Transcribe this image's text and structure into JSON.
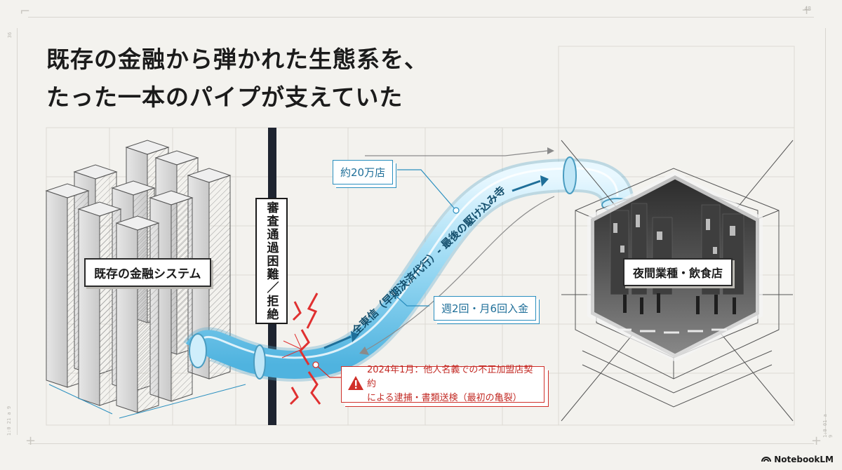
{
  "page_number": "48",
  "side_numbers": {
    "top_left": "36",
    "bottom_left": "1:0 21 a 9",
    "bottom_right": "1:0 01 a 9"
  },
  "title": {
    "line1": "既存の金融から弾かれた生態系を、",
    "line2": "たった一本のパイプが支えていた"
  },
  "left_panel": {
    "label": "既存の金融システム"
  },
  "barrier": {
    "label": "審査通過困難／拒絶"
  },
  "pipe": {
    "label": "全東信（早期決済代行）- 最後の駆け込み寺"
  },
  "notes": {
    "stores": "約20万店",
    "payments": "週2回・月6回入金"
  },
  "alert": {
    "line1": "2024年1月：他人名義での不正加盟店契約",
    "line2": "による逮捕・書類送検（最初の亀裂）",
    "icon": "warning-icon",
    "color": "#d0302a"
  },
  "right_panel": {
    "label": "夜間業種・飲食店"
  },
  "brand": {
    "name": "NotebookLM"
  },
  "colors": {
    "pipe": "#8fd3ef",
    "accent_blue": "#2a8fbf",
    "alert_red": "#d0302a"
  }
}
